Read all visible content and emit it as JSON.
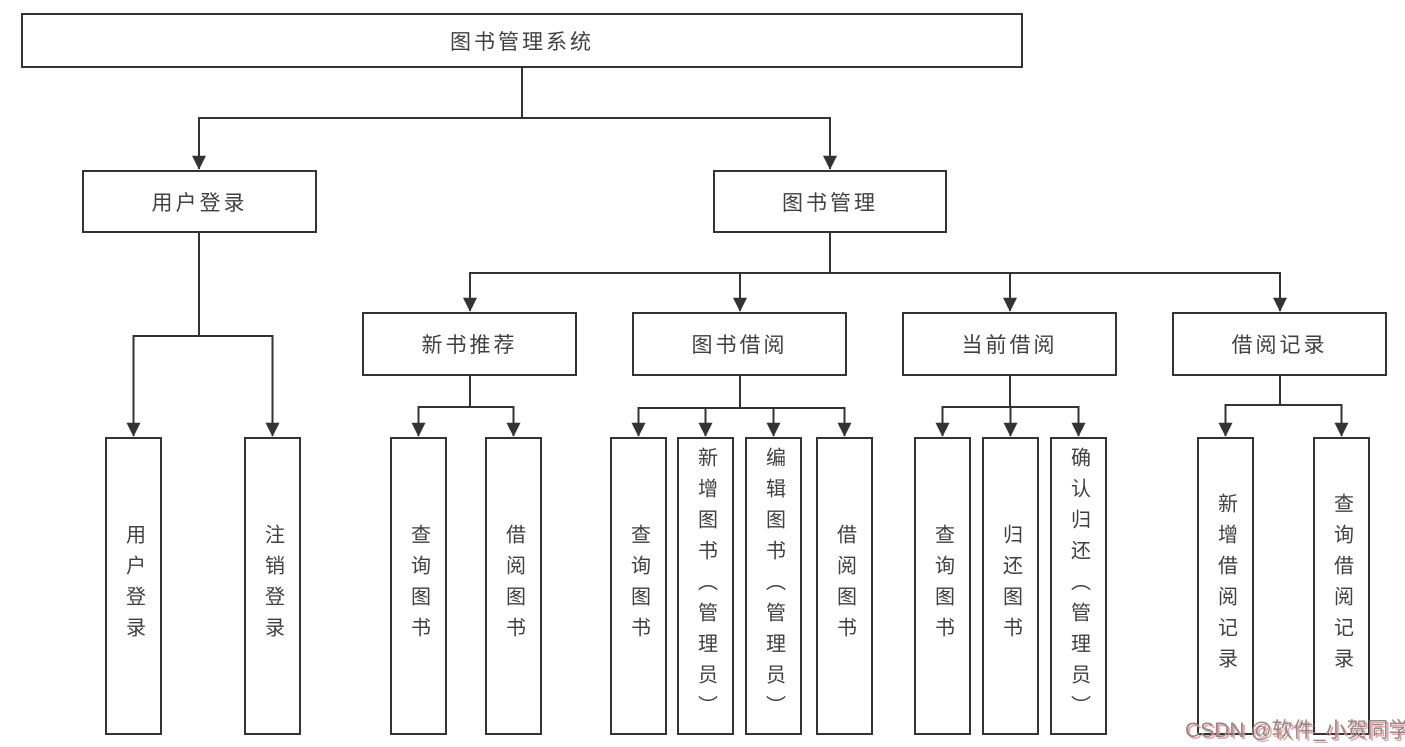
{
  "diagram": {
    "root": {
      "label": "图书管理系统"
    },
    "level2": [
      {
        "label": "用户登录"
      },
      {
        "label": "图书管理"
      }
    ],
    "level3": [
      {
        "label": "新书推荐"
      },
      {
        "label": "图书借阅"
      },
      {
        "label": "当前借阅"
      },
      {
        "label": "借阅记录"
      }
    ],
    "leaves": {
      "user_login": [
        {
          "label": "用户登录"
        },
        {
          "label": "注销登录"
        }
      ],
      "new_book_recommend": [
        {
          "label": "查询图书"
        },
        {
          "label": "借阅图书"
        }
      ],
      "book_borrow": [
        {
          "label": "查询图书"
        },
        {
          "label": "新增图书（管理员）"
        },
        {
          "label": "编辑图书（管理员）"
        },
        {
          "label": "借阅图书"
        }
      ],
      "current_borrow": [
        {
          "label": "查询图书"
        },
        {
          "label": "归还图书"
        },
        {
          "label": "确认归还（管理员）"
        }
      ],
      "borrow_record": [
        {
          "label": "新增借阅记录"
        },
        {
          "label": "查询借阅记录"
        }
      ]
    }
  },
  "watermark": {
    "text": "CSDN @软件_小贺同学"
  },
  "colors": {
    "line": "#333333",
    "border": "#333333",
    "text": "#404040",
    "background": "#ffffff",
    "watermark_text": "#8c8c8c",
    "watermark_shadow": "#f48c8c"
  }
}
